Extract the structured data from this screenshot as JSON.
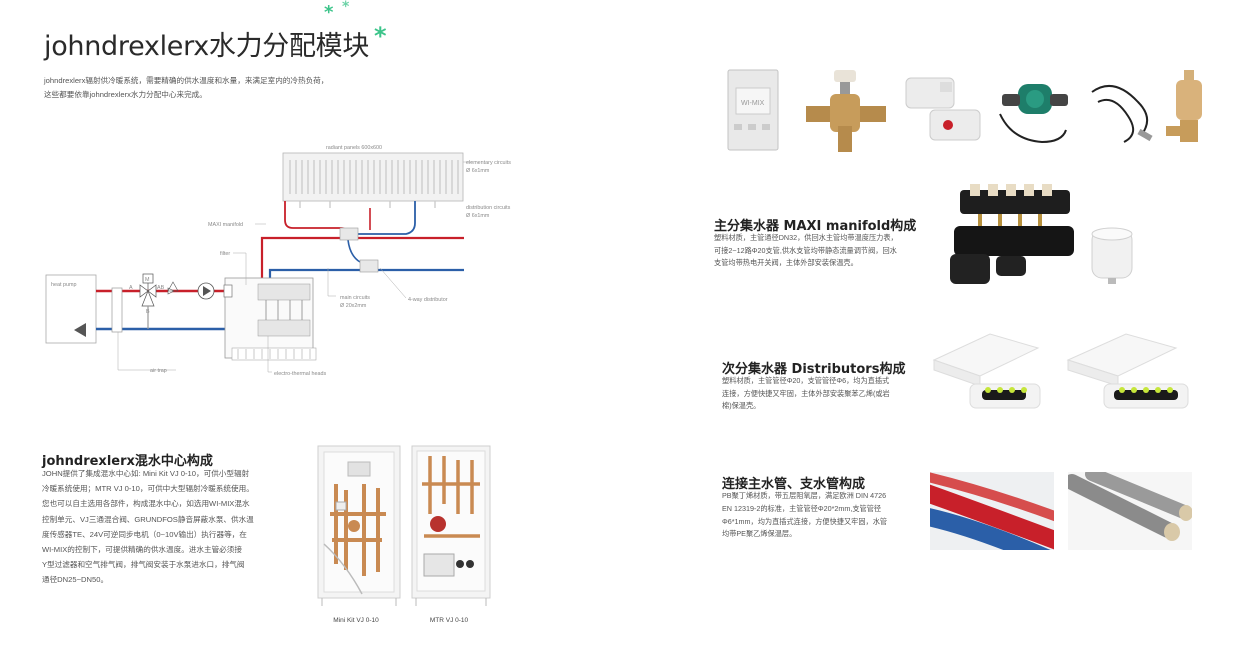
{
  "header": {
    "title": "johndrexlerx水力分配模块",
    "intro_line1": "johndrexlerx辐射供冷暖系统，需要精确的供水温度和水量，来满足室内的冷热负荷，",
    "intro_line2": "这些都要依靠johndrexlerx水力分配中心来完成。"
  },
  "diagram": {
    "labels": {
      "radiant_panels": "radiant panels 600x600",
      "elementary_circuits": "elementary circuits",
      "elementary_size": "Ø 6x1mm",
      "distribution_circuits": "distribution circuits",
      "distribution_size": "Ø 6x1mm",
      "maxi_manifold": "MAXI manifold",
      "filter": "filter",
      "heat_pump": "heat pump",
      "valve_m": "M",
      "valve_a": "A",
      "valve_ab": "AB",
      "valve_b": "B",
      "main_circuits": "main circuits",
      "main_size": "Ø 20x2mm",
      "four_way": "4-way distributor",
      "air_trap": "air trap",
      "electro_thermal": "electro-thermal heads"
    }
  },
  "mixing": {
    "title": "johndrexlerx混水中心构成",
    "lines": [
      "JOHN提供了集成混水中心如: Mini Kit VJ 0-10，可供小型辐射",
      "冷暖系统使用；MTR VJ 0-10，可供中大型辐射冷暖系统使用。",
      "您也可以自主选用各部件，构成混水中心，如选用WI-MIX混水",
      "控制单元、VJ三通混合阀、GRUNDFOS静音屏蔽水泵、供水温",
      "度传感器TE、24V可逆同步电机（0~10V输出）执行器等，在",
      "WI-MIX的控制下，可提供精确的供水温度。进水主管必须接",
      "Y型过滤器和空气排气阀，排气阀安装于水泵进水口，排气阀",
      "通径DN25~DN50。"
    ],
    "caption_left": "Mini Kit VJ 0-10",
    "caption_right": "MTR VJ 0-10"
  },
  "products": {
    "wimix_label": "WI-MIX"
  },
  "maxi": {
    "title": "主分集水器 MAXI manifold构成",
    "lines": [
      "塑料材质，主管通径DN32，供回水主管均带温度压力表，",
      "可接2~12路Φ20支管,供水支管均带静态流量调节阀，回水",
      "支管均带热电开关阀，主体外部安装保温壳。"
    ]
  },
  "distributor": {
    "title": "次分集水器 Distributors构成",
    "lines": [
      "塑料材质，主管管径Φ20，支管管径Φ6，均为直插式",
      "连接，方便快捷又牢固，主体外部安装聚苯乙烯(或岩",
      "棉)保温壳。"
    ]
  },
  "pipes": {
    "title": "连接主水管、支水管构成",
    "lines": [
      "PB聚丁烯材质，带五层阻氧层，满足欧洲 DIN 4726",
      "EN 12319-2的标准，主管管径Φ20*2mm,支管管径",
      "Φ6*1mm，均为直插式连接，方便快捷又牢固，水管",
      "均带PE聚乙烯保温层。"
    ]
  },
  "colors": {
    "accent_green": "#3cc48a",
    "pipe_red": "#c8202a",
    "pipe_blue": "#2b5fa8"
  }
}
